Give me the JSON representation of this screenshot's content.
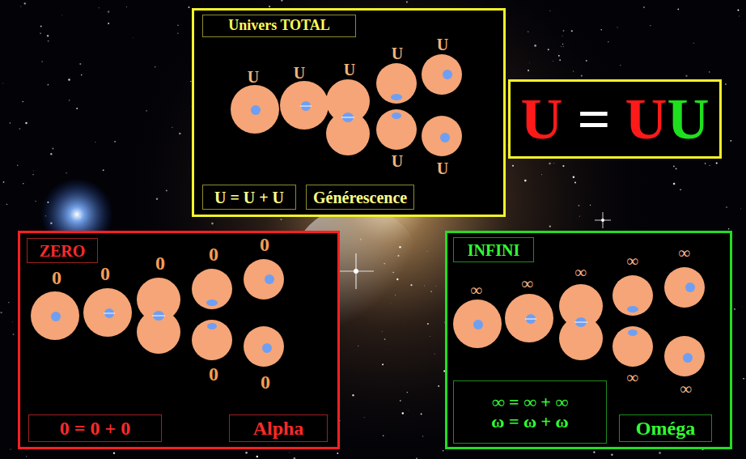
{
  "diagram": {
    "nodes": [
      {
        "text": [
          "Univers TOTAL"
        ]
      },
      {
        "text": [
          "U = U + U"
        ],
        "in": 0
      },
      {
        "text": [
          "Générescence"
        ],
        "in": 0
      },
      {
        "text": [
          "U = UU"
        ]
      },
      {
        "text": [
          "ZERO"
        ]
      },
      {
        "text": [
          "0 = 0 + 0"
        ],
        "in": 4
      },
      {
        "text": [
          "Alpha"
        ],
        "in": 4
      },
      {
        "text": [
          "INFINI"
        ]
      },
      {
        "text": [
          "∞ = ∞ + ∞",
          "ω = ω + ω"
        ],
        "in": 7
      },
      {
        "text": [
          "Oméga"
        ],
        "in": 7
      }
    ],
    "labels": [
      "U",
      "U",
      "U",
      "U",
      "U",
      "U",
      "U",
      "0",
      "0",
      "0",
      "0",
      "0",
      "0",
      "0",
      "∞",
      "∞",
      "∞",
      "∞",
      "∞",
      "∞",
      "∞"
    ]
  }
}
